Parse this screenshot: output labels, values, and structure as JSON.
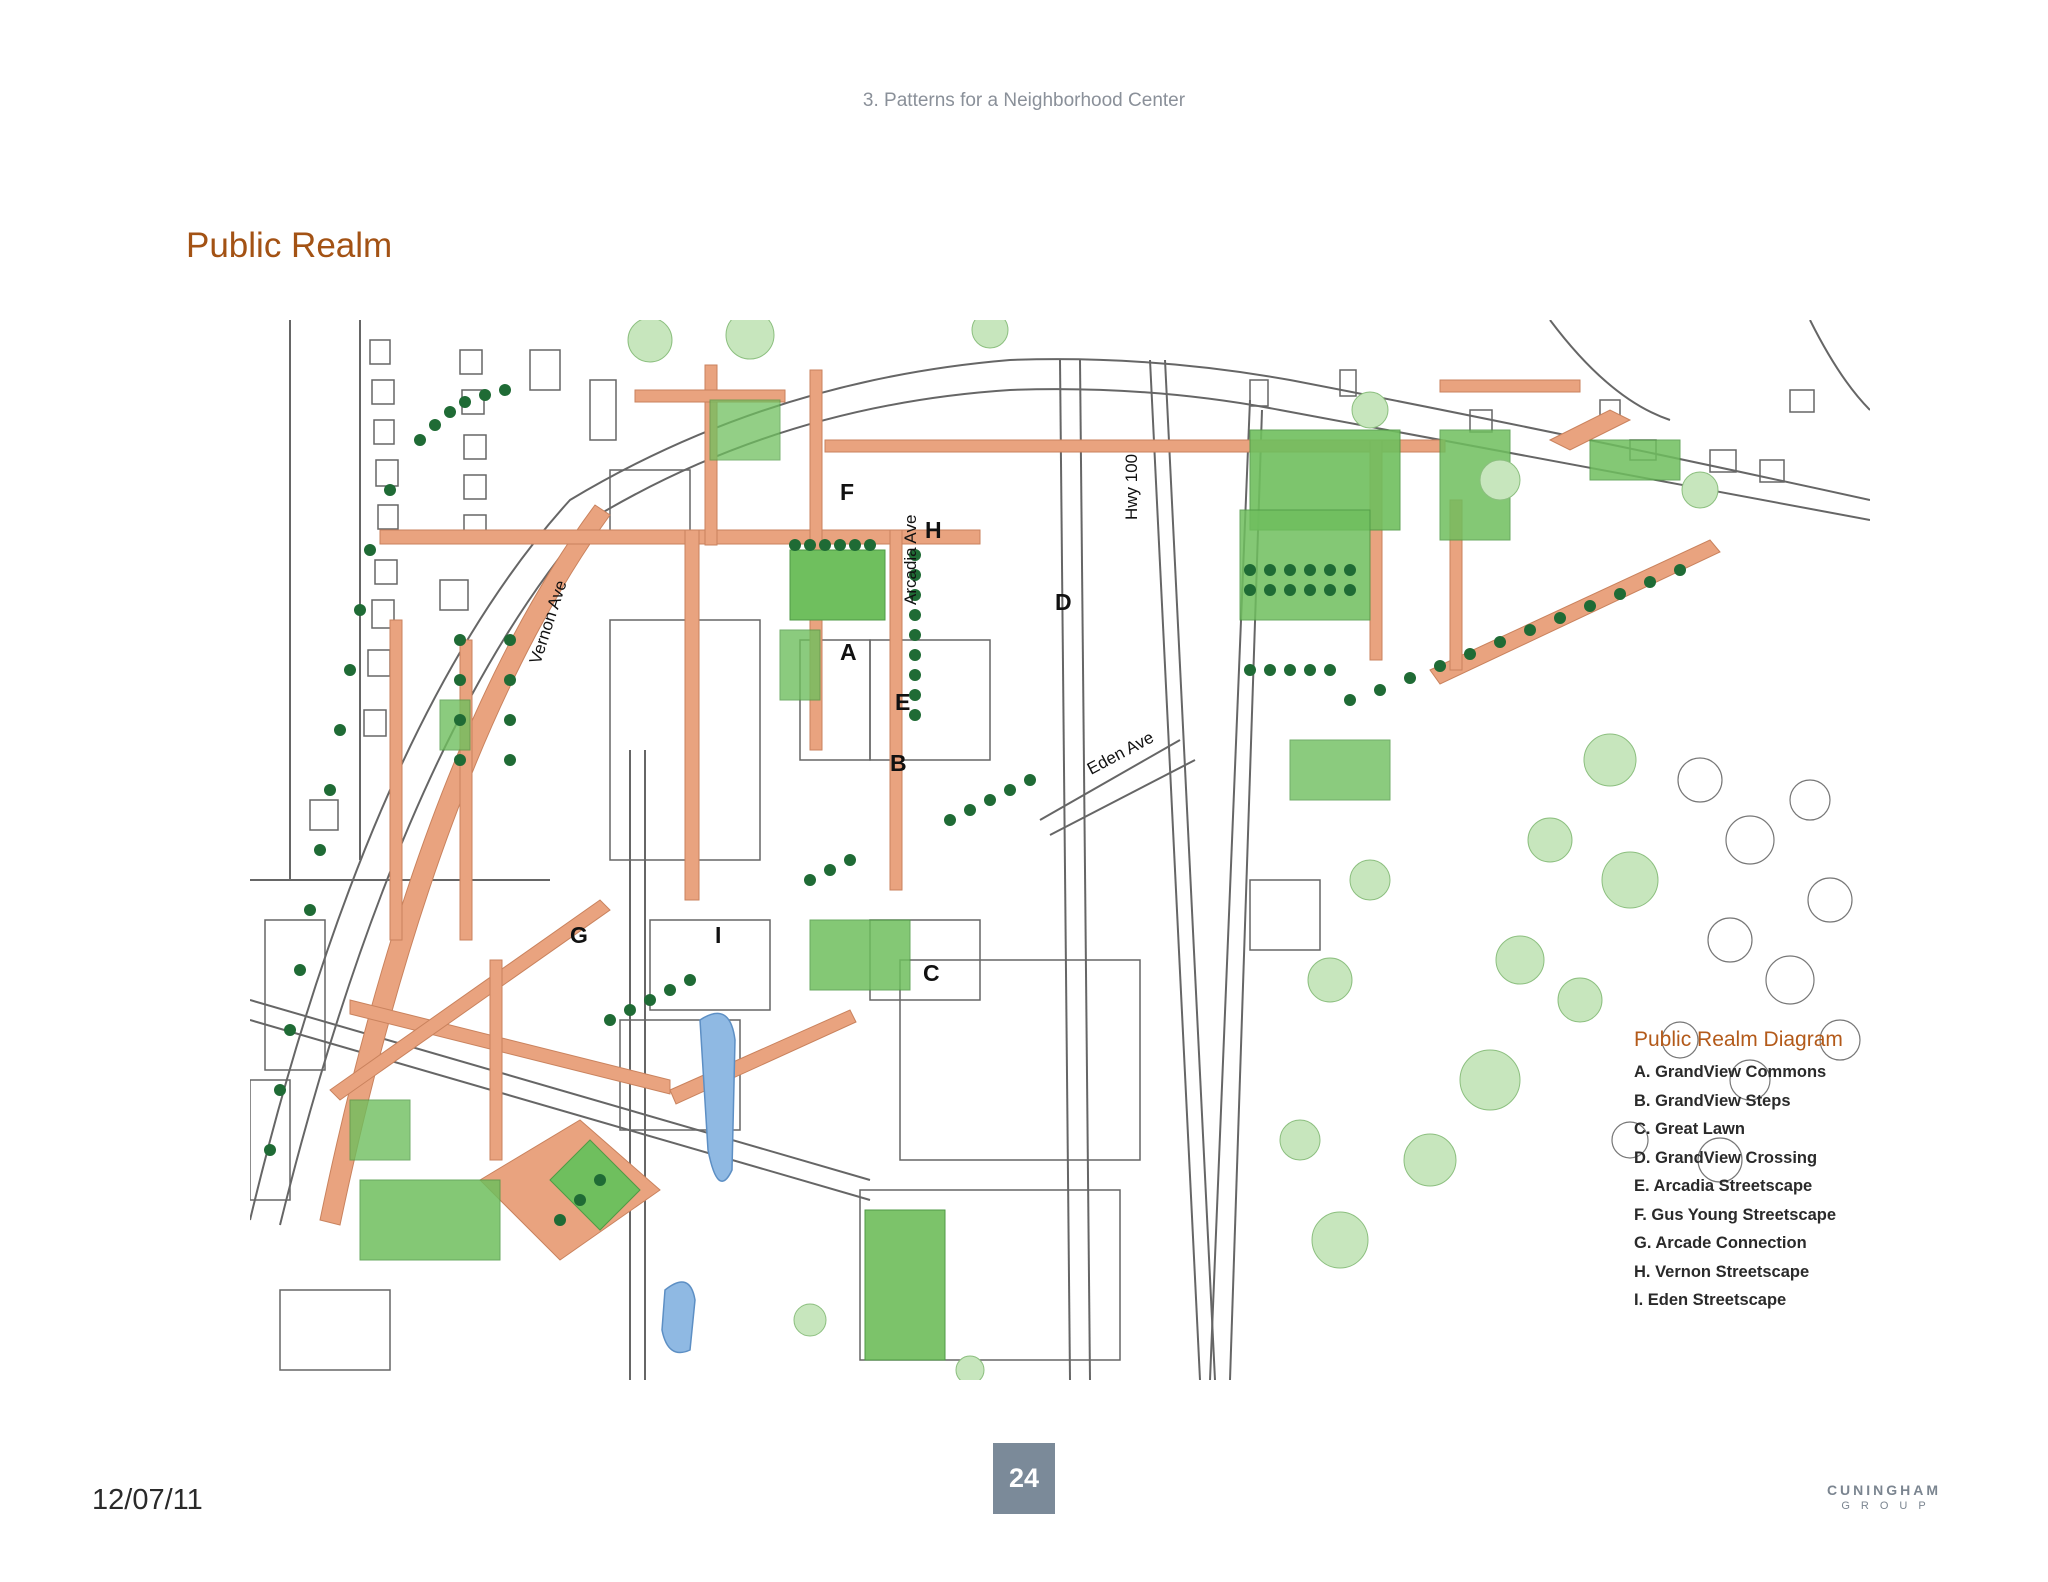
{
  "header": {
    "section": "3. Patterns for a Neighborhood Center"
  },
  "title": "Public Realm",
  "map": {
    "streets": {
      "vernon": "Vernon Ave",
      "arcadia": "Arcadia Ave",
      "hwy": "Hwy 100",
      "eden": "Eden Ave"
    },
    "keys": {
      "a": "A",
      "b": "B",
      "c": "C",
      "d": "D",
      "e": "E",
      "f": "F",
      "g": "G",
      "h": "H",
      "i": "I"
    },
    "colors": {
      "walkway": "#e9a37f",
      "lawn": "#6fbf5e",
      "tree": "#1f6b35",
      "water": "#8fb9e3",
      "linework": "#555555"
    }
  },
  "legend": {
    "title": "Public Realm Diagram",
    "items": [
      "A. GrandView Commons",
      "B. GrandView Steps",
      "C. Great Lawn",
      "D. GrandView Crossing",
      "E. Arcadia Streetscape",
      "F. Gus Young Streetscape",
      "G. Arcade Connection",
      "H. Vernon Streetscape",
      "I. Eden Streetscape"
    ]
  },
  "footer": {
    "date": "12/07/11",
    "page_number": "24",
    "logo_line1": "CUNINGHAM",
    "logo_line2": "GROUP"
  }
}
